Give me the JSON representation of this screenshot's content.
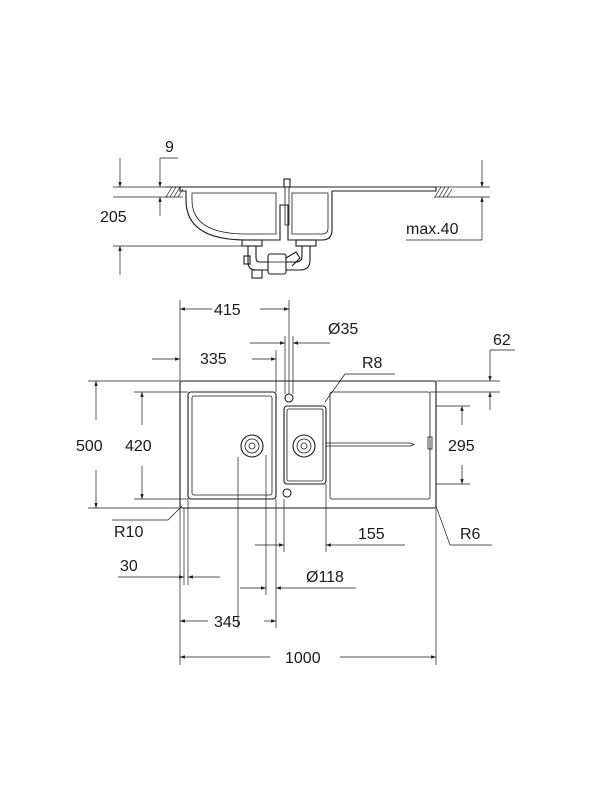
{
  "side_view": {
    "thickness_9": "9",
    "depth_205": "205",
    "max_40": "max.40"
  },
  "top_view": {
    "width_415": "415",
    "tap_hole_35": "Ø35",
    "dim_62": "62",
    "width_335": "335",
    "radius_8": "R8",
    "depth_500": "500",
    "depth_420": "420",
    "depth_295": "295",
    "radius_10": "R10",
    "width_155": "155",
    "radius_6": "R6",
    "offset_30": "30",
    "drain_118": "Ø118",
    "width_345": "345",
    "total_1000": "1000"
  }
}
